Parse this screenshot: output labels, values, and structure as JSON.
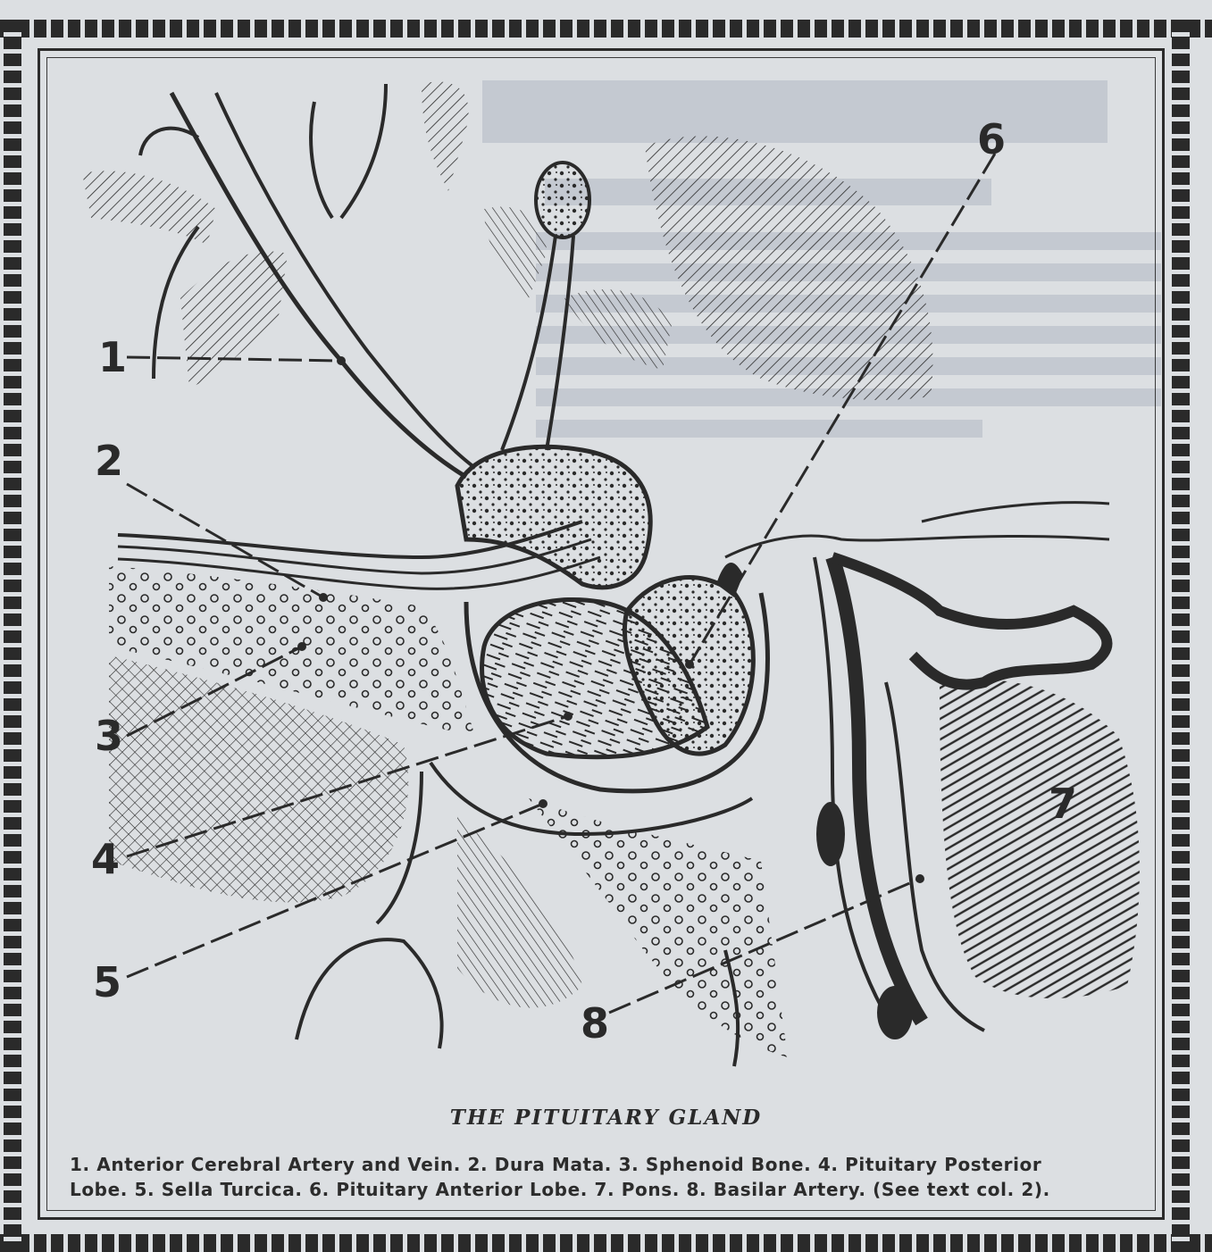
{
  "figure": {
    "title": "THE PITUITARY GLAND",
    "legend_line1": "1. Anterior Cerebral Artery and Vein. 2. Dura Mata. 3. Sphenoid Bone. 4. Pituitary Posterior",
    "legend_line2": "Lobe. 5. Sella Turcica. 6. Pituitary Anterior Lobe. 7. Pons. 8. Basilar Artery. (See text col. 2).",
    "labels": [
      "1",
      "2",
      "3",
      "4",
      "5",
      "6",
      "7",
      "8"
    ]
  },
  "colors": {
    "ink": "#2a2a2a",
    "paper": "#dcdfe2"
  }
}
